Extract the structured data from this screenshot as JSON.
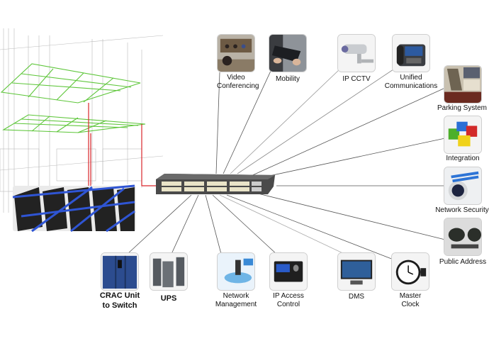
{
  "diagram": {
    "hub": "network-switch",
    "colors": {
      "link": "#555555",
      "power": "#d9262b",
      "grid": "#5ec63a",
      "racks": "#2f55d4"
    },
    "nodes": [
      {
        "id": "video",
        "label": "Video\nConferencing",
        "line1": "Video",
        "line2": "Conferencing",
        "icon": "video-conference-icon"
      },
      {
        "id": "mobility",
        "label": "Mobility",
        "icon": "tablet-icon"
      },
      {
        "id": "cctv",
        "label": "IP CCTV",
        "icon": "cctv-camera-icon"
      },
      {
        "id": "uc",
        "line1": "Unified",
        "line2": "Communications",
        "icon": "ip-phone-icon"
      },
      {
        "id": "parking",
        "label": "Parking System",
        "icon": "parking-icon"
      },
      {
        "id": "integration",
        "label": "Integration",
        "icon": "puzzle-icon"
      },
      {
        "id": "netsec",
        "label": "Network Security",
        "icon": "lock-cable-icon"
      },
      {
        "id": "pa",
        "label": "Public Address",
        "icon": "loudspeaker-icon"
      },
      {
        "id": "clock",
        "line1": "Master",
        "line2": "Clock",
        "icon": "clock-icon"
      },
      {
        "id": "dms",
        "label": "DMS",
        "icon": "display-icon"
      },
      {
        "id": "access",
        "line1": "IP Access",
        "line2": "Control",
        "icon": "access-terminal-icon"
      },
      {
        "id": "netmgmt",
        "line1": "Network",
        "line2": "Management",
        "icon": "network-management-icon"
      },
      {
        "id": "ups",
        "label": "UPS",
        "icon": "ups-icon"
      },
      {
        "id": "crac",
        "line1": "CRAC Unit",
        "line2": "to Switch",
        "icon": "crac-unit-icon"
      }
    ]
  }
}
